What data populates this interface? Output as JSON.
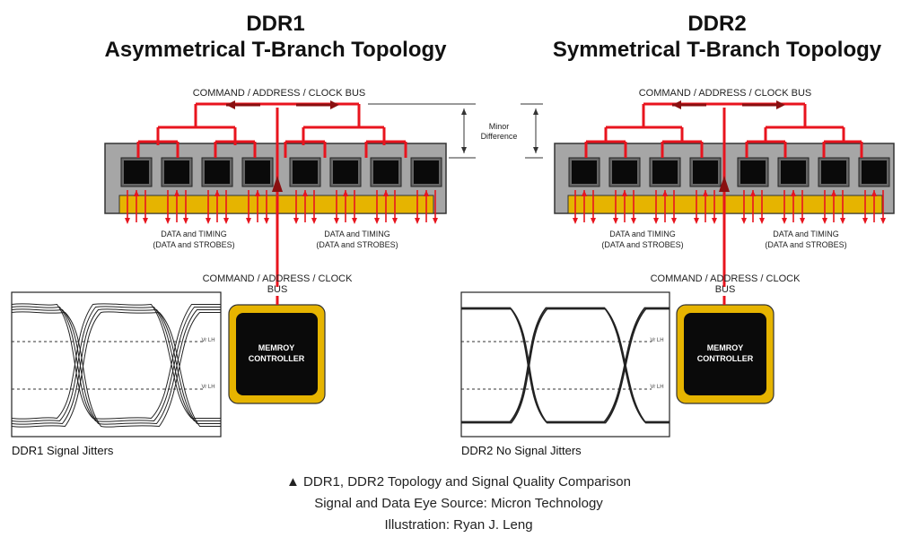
{
  "left": {
    "title_line1": "DDR1",
    "title_line2": "Asymmetrical T-Branch Topology",
    "bus_top_label": "COMMAND / ADDRESS / CLOCK BUS",
    "data_label_line1": "DATA and TIMING",
    "data_label_line2": "(DATA and STROBES)",
    "bus_bottom_line1": "COMMAND / ADDRESS / CLOCK",
    "bus_bottom_line2": "BUS",
    "controller_line1": "MEMROY",
    "controller_line2": "CONTROLLER",
    "eye_label": "DDR1 Signal Jitters",
    "eye_tick_top": "Vr LH",
    "eye_tick_bottom": "Vr LH"
  },
  "right": {
    "title_line1": "DDR2",
    "title_line2": "Symmetrical T-Branch Topology",
    "bus_top_label": "COMMAND / ADDRESS / CLOCK BUS",
    "data_label_line1": "DATA and TIMING",
    "data_label_line2": "(DATA and STROBES)",
    "bus_bottom_line1": "COMMAND / ADDRESS / CLOCK",
    "bus_bottom_line2": "BUS",
    "controller_line1": "MEMROY",
    "controller_line2": "CONTROLLER",
    "eye_label": "DDR2 No Signal Jitters",
    "eye_tick_top": "Vr LH",
    "eye_tick_bottom": "Vr LH"
  },
  "minor_difference_line1": "Minor",
  "minor_difference_line2": "Difference",
  "caption": {
    "line1": "▲ DDR1, DDR2 Topology and Signal Quality Comparison",
    "line2": "Signal and Data Eye Source: Micron Technology",
    "line3": "Illustration: Ryan J. Leng"
  },
  "colors": {
    "trace": "#e8141e",
    "module": "#a6a6a6",
    "chip": "#0a0a0a",
    "connector": "#e6b400",
    "controller_frame": "#e6b400",
    "arrow_dark": "#8a0f10"
  }
}
